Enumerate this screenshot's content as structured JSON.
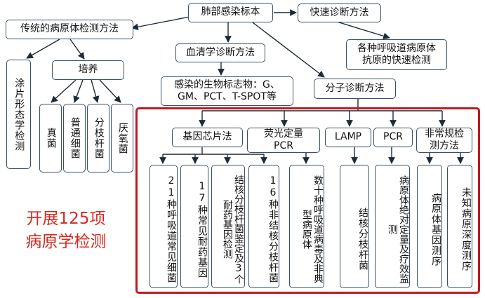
{
  "diagram": {
    "root": "肺部感染标本",
    "rapid_method": "快速诊断方法",
    "rapid_detail": "各种呼吸道病原体抗原的快速检测",
    "traditional": "传统的病原体检测方法",
    "smear": "涂片形态学检测",
    "culture": "培养",
    "culture_items": [
      "真菌",
      "普通细菌",
      "分枝杆菌",
      "厌氧菌"
    ],
    "serology": "血清学诊断方法",
    "biomarkers": "感染的生物标志物：G、GM、PCT、T-SPOT等",
    "molecular": "分子诊断方法",
    "molecular_methods": [
      "基因芯片法",
      "荧光定量PCR",
      "LAMP",
      "PCR",
      "非常规检测方法"
    ],
    "chip_items": [
      "21种呼吸道常见细菌",
      "17种常见耐药基因",
      "结核分枝杆菌鉴定及3个耐药基因检测",
      "16种非结核分枝杆菌"
    ],
    "qpcr_item": "数十种呼吸道病毒及非典型病原体",
    "lamp_item": "结核分枝杆菌",
    "pcr_item": "病原体绝对定量及疗效监测",
    "nonconv_items": [
      "病原体基因测序",
      "未知病原深度测序"
    ]
  },
  "highlight": {
    "line1": "开展125项",
    "line2": "病原学检测"
  },
  "colors": {
    "line": "#3a5068",
    "frame": "#c0191f",
    "highlight_text": "#d42a20"
  }
}
